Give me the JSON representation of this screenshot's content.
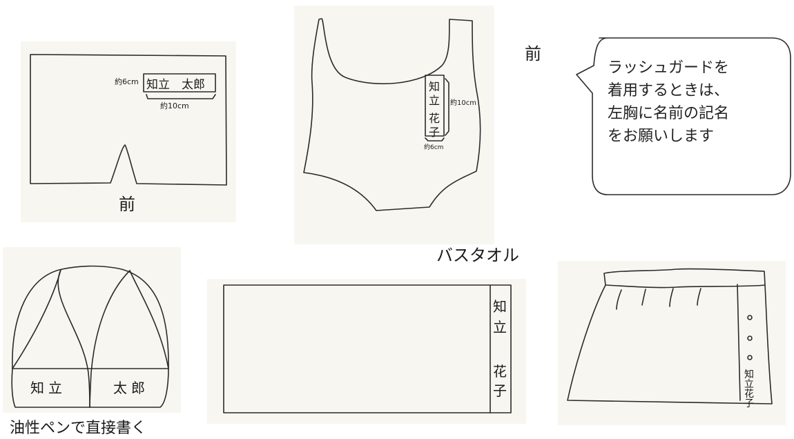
{
  "shorts": {
    "front_label": "前",
    "height_note": "約6cm",
    "width_note": "約10cm",
    "name": "知立　太郎"
  },
  "swimsuit": {
    "front_label": "前",
    "name_line1": "知",
    "name_line2": "立",
    "name_line3": "花",
    "name_line4": "子",
    "height_note": "約10cm",
    "width_note": "約6cm"
  },
  "speech_bubble": {
    "lines": [
      "ラッシュガードを",
      "着用するときは、",
      "左胸に名前の記名",
      "をお願いします"
    ]
  },
  "cap": {
    "name_left": "知立",
    "name_right": "太郎",
    "caption": "油性ペンで直接書く"
  },
  "towel": {
    "title": "バスタオル",
    "name_line1": "知",
    "name_line2": "立",
    "name_line3": "花",
    "name_line4": "子"
  },
  "skirt": {
    "name_line1": "知",
    "name_line2": "立",
    "name_line3": "花",
    "name_line4": "子"
  }
}
